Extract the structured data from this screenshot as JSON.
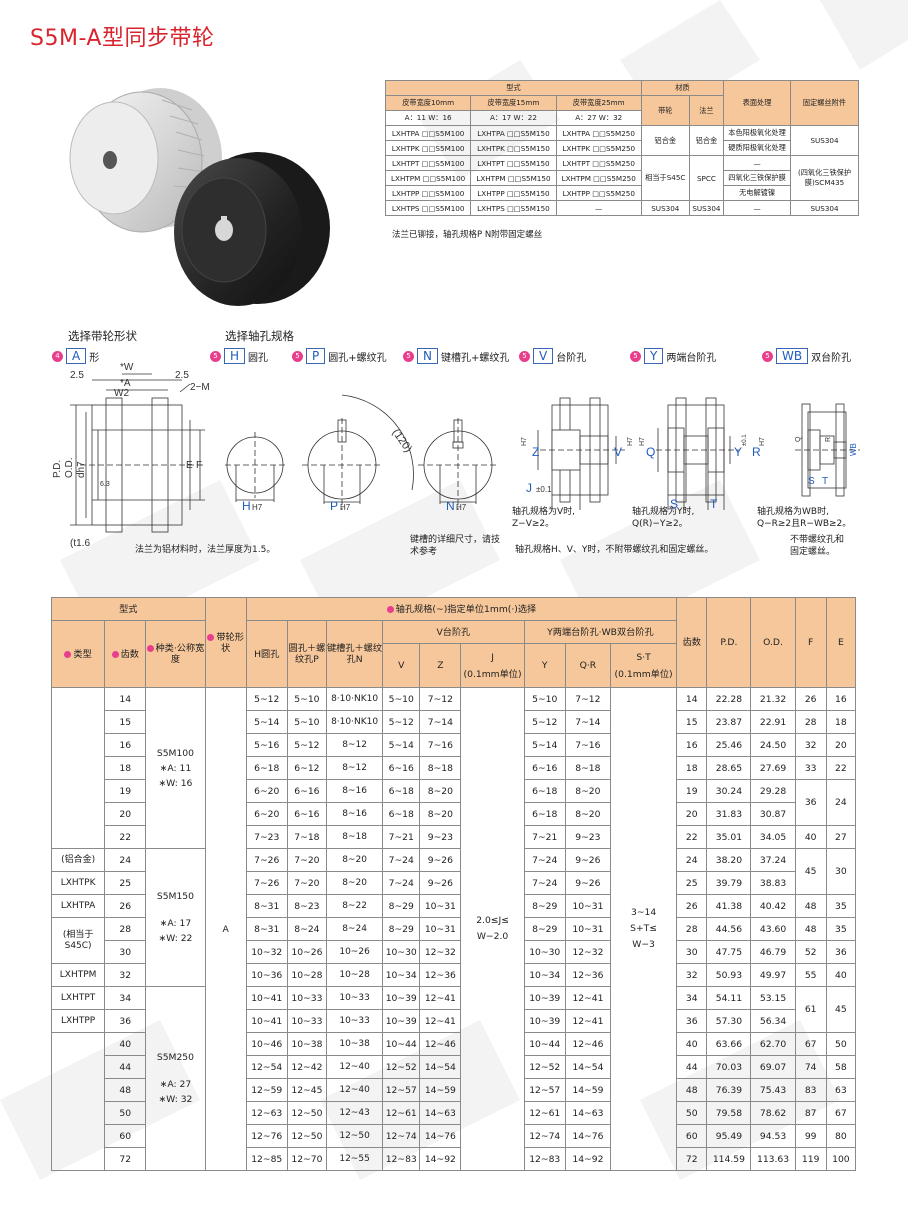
{
  "title": "S5M-A型同步带轮",
  "spec_table": {
    "h_type": "型式",
    "h_material": "材质",
    "h_surface": "表面处理",
    "h_screw": "固定螺丝附件",
    "h_width10": "皮带宽度10mm",
    "h_width15": "皮带宽度15mm",
    "h_width25": "皮带宽度25mm",
    "h_pulley": "带轮",
    "h_flange": "法兰",
    "h_aw10": "A：11 W：16",
    "h_aw15": "A：17 W：22",
    "h_aw25": "A：27 W：32",
    "rows": [
      [
        "LXHTPA □□S5M100",
        "LXHTPA □□S5M150",
        "LXHTPA □□S5M250",
        "本色阳极氧化处理"
      ],
      [
        "LXHTPK □□S5M100",
        "LXHTPK □□S5M150",
        "LXHTPK □□S5M250",
        "硬质阳极氧化处理"
      ],
      [
        "LXHTPT □□S5M100",
        "LXHTPT □□S5M150",
        "LXHTPT □□S5M250",
        "—"
      ],
      [
        "LXHTPM □□S5M100",
        "LXHTPM □□S5M150",
        "LXHTPM □□S5M250",
        "四氧化三铁保护膜"
      ],
      [
        "LXHTPP □□S5M100",
        "LXHTPP □□S5M150",
        "LXHTPP □□S5M250",
        "无电解镀镍"
      ],
      [
        "LXHTPS □□S5M100",
        "LXHTPS □□S5M150",
        "—",
        "—"
      ]
    ],
    "mat_al": "铝合金",
    "mat_flange_al": "铝合金",
    "mat_s45c": "相当于S45C",
    "mat_spcc": "SPCC",
    "mat_sus": "SUS304",
    "mat_sus_flange": "SUS304",
    "screw_sus": "SUS304",
    "screw_scm": "(四氧化三铁保护膜)SCM435",
    "screw_sus2": "SUS304",
    "note": "法兰已铆接，轴孔规格P  N附带固定螺丝"
  },
  "labels": {
    "shape_title": "选择带轮形状",
    "bore_title": "选择轴孔规格",
    "options": [
      {
        "num": "4",
        "code": "A",
        "text": "形"
      },
      {
        "num": "5",
        "code": "H",
        "text": "圆孔"
      },
      {
        "num": "5",
        "code": "P",
        "text": "圆孔+螺纹孔"
      },
      {
        "num": "5",
        "code": "N",
        "text": "键槽孔+螺纹孔"
      },
      {
        "num": "5",
        "code": "V",
        "text": "台阶孔"
      },
      {
        "num": "5",
        "code": "Y",
        "text": "两端台阶孔"
      },
      {
        "num": "5",
        "code": "WB",
        "text": "双台阶孔"
      }
    ]
  },
  "drawing": {
    "w": "*W",
    "a": "*A",
    "d25a": "2.5",
    "d25b": "2.5",
    "w2": "W2",
    "m": "2−M",
    "pd": "P.D.",
    "od": "O.D.",
    "dh7": "dh7",
    "e": "E",
    "f": "F",
    "r63": "6.3",
    "t1": "(t1.6",
    "h": "H",
    "h7": "H7",
    "p": "P",
    "n": "N",
    "z": "Z",
    "v": "V",
    "q": "Q",
    "r": "R",
    "y": "Y",
    "s": "S",
    "t": "T",
    "j": "J",
    "pm01": "±0.1",
    "angle": "(120)",
    "wb": "WB",
    "cap_flange": "法兰为铝材料时，法兰厚度为1.5。",
    "cap_key": "键槽的详细尺寸，请技术参考",
    "cap_v1": "轴孔规格为V时,",
    "cap_v2": "Z−V≥2。",
    "cap_y1": "轴孔规格为Y时,",
    "cap_y2": "Q(R)−Y≥2。",
    "cap_wb1": "轴孔规格为WB时,",
    "cap_wb2": "Q−R≥2且R−WB≥2。",
    "cap_noscrew": "轴孔规格H、V、Y时，不附带螺纹孔和固定螺丝。",
    "cap_wbscrew1": "不带螺纹孔和",
    "cap_wbscrew2": "固定螺丝。"
  },
  "main_table": {
    "h_type": "型式",
    "h_shape": "带轮形状",
    "h_bore": "轴孔规格(~)指定单位1mm(·)选择",
    "h_kind": "类型",
    "h_teeth": "齿数",
    "h_width": "种类·公称宽度",
    "h_h": "H圆孔",
    "h_p": "圆孔＋螺纹孔P",
    "h_n": "键槽孔＋螺纹孔N",
    "h_vstep": "V台阶孔",
    "h_ystep": "Y两端台阶孔·WB双台阶孔",
    "h_v": "V",
    "h_z": "Z",
    "h_j": "J",
    "h_j_unit": "(0.1mm单位)",
    "h_y": "Y",
    "h_qr": "Q·R",
    "h_st": "S·T",
    "h_st_unit": "(0.1mm单位)",
    "h_teeth2": "齿数",
    "h_pd": "P.D.",
    "h_od": "O.D.",
    "h_f": "F",
    "h_e": "E",
    "kind_lines": [
      "(铝合金)",
      "LXHTPK",
      "LXHTPA",
      "(相当于S45C)",
      "LXHTPM",
      "LXHTPT",
      "LXHTPP"
    ],
    "w100": [
      "S5M100",
      "∗A: 11",
      "∗W: 16"
    ],
    "w150": [
      "S5M150",
      "∗A: 17",
      "∗W: 22"
    ],
    "w250": [
      "S5M250",
      "∗A: 27",
      "∗W: 32"
    ],
    "shape": "A",
    "j_range": [
      "2.0≤J≤",
      "W−2.0"
    ],
    "st_range": [
      "3~14",
      "S+T≤",
      "W−3"
    ],
    "rows": [
      {
        "z": "14",
        "h": "5~12",
        "p": "5~10",
        "n": "8·10·NK10",
        "v": "5~10",
        "zz": "7~12",
        "y": "5~10",
        "qr": "7~12",
        "pd": "22.28",
        "od": "21.32",
        "f": "26",
        "e": "16"
      },
      {
        "z": "15",
        "h": "5~14",
        "p": "5~10",
        "n": "8·10·NK10",
        "v": "5~12",
        "zz": "7~14",
        "y": "5~12",
        "qr": "7~14",
        "pd": "23.87",
        "od": "22.91",
        "f": "28",
        "e": "18"
      },
      {
        "z": "16",
        "h": "5~16",
        "p": "5~12",
        "n": "8~12",
        "v": "5~14",
        "zz": "7~16",
        "y": "5~14",
        "qr": "7~16",
        "pd": "25.46",
        "od": "24.50",
        "f": "32",
        "e": "20"
      },
      {
        "z": "18",
        "h": "6~18",
        "p": "6~12",
        "n": "8~12",
        "v": "6~16",
        "zz": "8~18",
        "y": "6~16",
        "qr": "8~18",
        "pd": "28.65",
        "od": "27.69",
        "f": "33",
        "e": "22"
      },
      {
        "z": "19",
        "h": "6~20",
        "p": "6~16",
        "n": "8~16",
        "v": "6~18",
        "zz": "8~20",
        "y": "6~18",
        "qr": "8~20",
        "pd": "30.24",
        "od": "29.28",
        "f": "36",
        "e": "24"
      },
      {
        "z": "20",
        "h": "6~20",
        "p": "6~16",
        "n": "8~16",
        "v": "6~18",
        "zz": "8~20",
        "y": "6~18",
        "qr": "8~20",
        "pd": "31.83",
        "od": "30.87",
        "f": "",
        "e": ""
      },
      {
        "z": "22",
        "h": "7~23",
        "p": "7~18",
        "n": "8~18",
        "v": "7~21",
        "zz": "9~23",
        "y": "7~21",
        "qr": "9~23",
        "pd": "35.01",
        "od": "34.05",
        "f": "40",
        "e": "27"
      },
      {
        "z": "24",
        "h": "7~26",
        "p": "7~20",
        "n": "8~20",
        "v": "7~24",
        "zz": "9~26",
        "y": "7~24",
        "qr": "9~26",
        "pd": "38.20",
        "od": "37.24",
        "f": "45",
        "e": "30"
      },
      {
        "z": "25",
        "h": "7~26",
        "p": "7~20",
        "n": "8~20",
        "v": "7~24",
        "zz": "9~26",
        "y": "7~24",
        "qr": "9~26",
        "pd": "39.79",
        "od": "38.83",
        "f": "",
        "e": ""
      },
      {
        "z": "26",
        "h": "8~31",
        "p": "8~23",
        "n": "8~22",
        "v": "8~29",
        "zz": "10~31",
        "y": "8~29",
        "qr": "10~31",
        "pd": "41.38",
        "od": "40.42",
        "f": "48",
        "e": "35"
      },
      {
        "z": "28",
        "h": "8~31",
        "p": "8~24",
        "n": "8~24",
        "v": "8~29",
        "zz": "10~31",
        "y": "8~29",
        "qr": "10~31",
        "pd": "44.56",
        "od": "43.60",
        "f": "48",
        "e": "35"
      },
      {
        "z": "30",
        "h": "10~32",
        "p": "10~26",
        "n": "10~26",
        "v": "10~30",
        "zz": "12~32",
        "y": "10~30",
        "qr": "12~32",
        "pd": "47.75",
        "od": "46.79",
        "f": "52",
        "e": "36"
      },
      {
        "z": "32",
        "h": "10~36",
        "p": "10~28",
        "n": "10~28",
        "v": "10~34",
        "zz": "12~36",
        "y": "10~34",
        "qr": "12~36",
        "pd": "50.93",
        "od": "49.97",
        "f": "55",
        "e": "40"
      },
      {
        "z": "34",
        "h": "10~41",
        "p": "10~33",
        "n": "10~33",
        "v": "10~39",
        "zz": "12~41",
        "y": "10~39",
        "qr": "12~41",
        "pd": "54.11",
        "od": "53.15",
        "f": "61",
        "e": "45"
      },
      {
        "z": "36",
        "h": "10~41",
        "p": "10~33",
        "n": "10~33",
        "v": "10~39",
        "zz": "12~41",
        "y": "10~39",
        "qr": "12~41",
        "pd": "57.30",
        "od": "56.34",
        "f": "",
        "e": ""
      },
      {
        "z": "40",
        "h": "10~46",
        "p": "10~38",
        "n": "10~38",
        "v": "10~44",
        "zz": "12~46",
        "y": "10~44",
        "qr": "12~46",
        "pd": "63.66",
        "od": "62.70",
        "f": "67",
        "e": "50"
      },
      {
        "z": "44",
        "h": "12~54",
        "p": "12~42",
        "n": "12~40",
        "v": "12~52",
        "zz": "14~54",
        "y": "12~52",
        "qr": "14~54",
        "pd": "70.03",
        "od": "69.07",
        "f": "74",
        "e": "58"
      },
      {
        "z": "48",
        "h": "12~59",
        "p": "12~45",
        "n": "12~40",
        "v": "12~57",
        "zz": "14~59",
        "y": "12~57",
        "qr": "14~59",
        "pd": "76.39",
        "od": "75.43",
        "f": "83",
        "e": "63"
      },
      {
        "z": "50",
        "h": "12~63",
        "p": "12~50",
        "n": "12~43",
        "v": "12~61",
        "zz": "14~63",
        "y": "12~61",
        "qr": "14~63",
        "pd": "79.58",
        "od": "78.62",
        "f": "87",
        "e": "67"
      },
      {
        "z": "60",
        "h": "12~76",
        "p": "12~50",
        "n": "12~50",
        "v": "12~74",
        "zz": "14~76",
        "y": "12~74",
        "qr": "14~76",
        "pd": "95.49",
        "od": "94.53",
        "f": "99",
        "e": "80"
      },
      {
        "z": "72",
        "h": "12~85",
        "p": "12~70",
        "n": "12~55",
        "v": "12~83",
        "zz": "14~92",
        "y": "12~83",
        "qr": "14~92",
        "pd": "114.59",
        "od": "113.63",
        "f": "119",
        "e": "100"
      }
    ]
  },
  "colors": {
    "accent": "#d9232d",
    "header_bg": "#f6c79a",
    "badge": "#e83e8c",
    "code_blue": "#1f5bbf"
  }
}
